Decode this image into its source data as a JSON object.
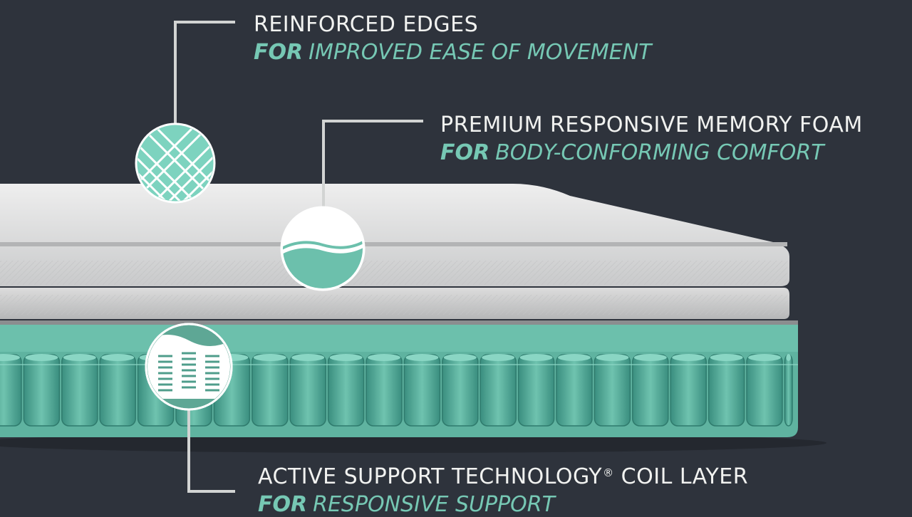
{
  "callouts": {
    "edges": {
      "title": "REINFORCED EDGES",
      "for": "FOR",
      "desc": "IMPROVED EASE OF MOVEMENT"
    },
    "foam": {
      "title": "PREMIUM RESPONSIVE MEMORY FOAM",
      "for": "FOR",
      "desc": "BODY-CONFORMING COMFORT"
    },
    "coil": {
      "title": "ACTIVE SUPPORT TECHNOLOGY",
      "title_mark": "®",
      "title_end": "COIL LAYER",
      "for": "FOR",
      "desc": "RESPONSIVE SUPPORT"
    }
  },
  "colors": {
    "background": "#2e333c",
    "teal": "#7dd3bf",
    "teal_dark": "#3c8f80",
    "foam_white": "#e6e7e7",
    "label_white": "#f1f2f0",
    "label_teal": "#76c8b4"
  },
  "icons": [
    "lattice-icon",
    "wave-icon",
    "coil-icon"
  ]
}
